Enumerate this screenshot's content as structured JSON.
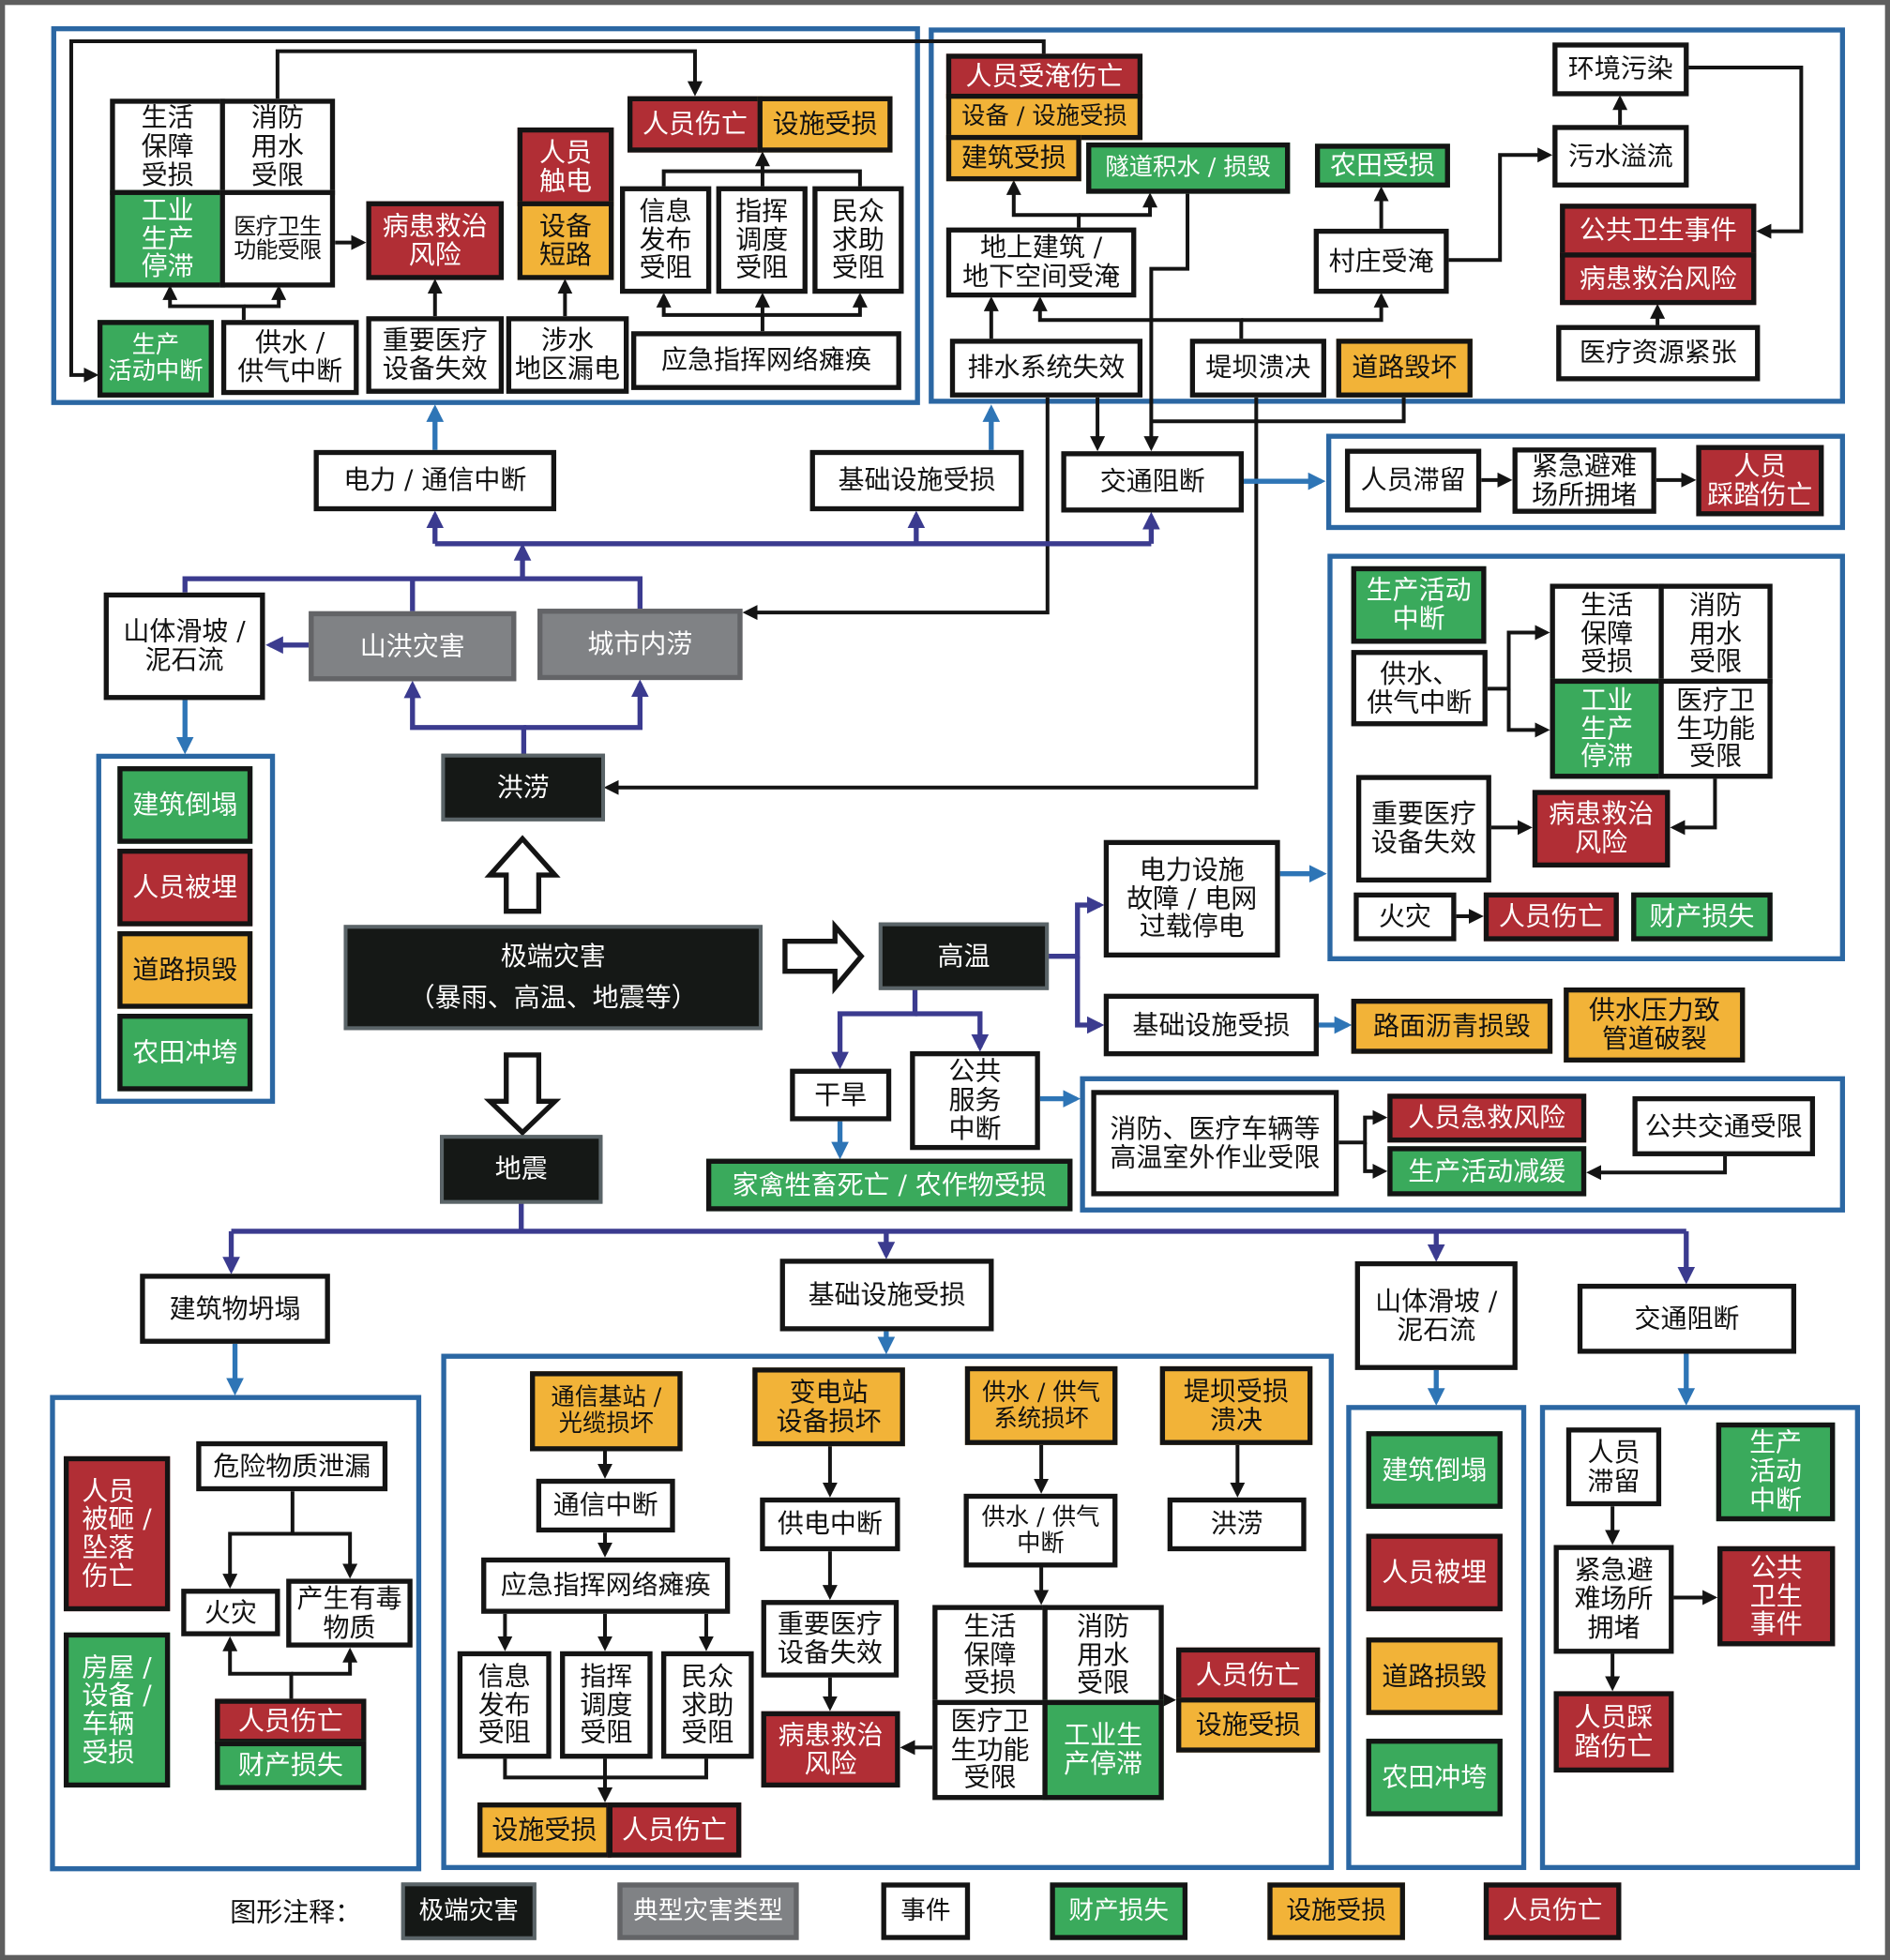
{
  "colors": {
    "extreme_disaster": "#151816",
    "typical_disaster_type": "#808285",
    "event": "#ffffff",
    "property_loss": "#3aaa5c",
    "facility_damage": "#f2b338",
    "casualties": "#b12e35",
    "group_frame": "#2b67a3",
    "disaster_flow": "#3b3b8f",
    "group_flow": "#2e75b6",
    "event_flow": "#141414"
  },
  "root": {
    "label": "极端灾害",
    "sublabel": "（暴雨、高温、地震等）"
  },
  "flood": {
    "label": "洪涝",
    "types": [
      "山洪灾害",
      "城市内涝"
    ],
    "landslide": "山体滑坡 /\n泥石流",
    "landslide_impacts": [
      "建筑倒塌",
      "人员被埋",
      "道路损毁",
      "农田冲垮"
    ],
    "power": {
      "label": "电力 / 通信中断",
      "grid": [
        "生活\n保障\n受损",
        "消防\n用水\n受限",
        "工业\n生产\n停滞",
        "医疗卫生\n功能受限"
      ],
      "production_interrupted": "生产\n活动中断",
      "water_gas_outage": "供水 /\n供气中断",
      "patient_care_risk": "病患救治\n风险",
      "medical_equipment_failure": "重要医疗\n设备失效",
      "electrocution": "人员\n触电",
      "short_circuit": "设备\n短路",
      "flooded_area_leakage": "涉水\n地区漏电",
      "casualties": "人员伤亡",
      "facility_damage": "设施受损",
      "blocked": [
        "信息\n发布\n受阻",
        "指挥\n调度\n受阻",
        "民众\n求助\n受阻"
      ],
      "command_network_paralysis": "应急指挥网络瘫痪"
    },
    "infrastructure": {
      "label": "基础设施受损",
      "drowning_casualties": "人员受淹伤亡",
      "equipment_facility_damage": "设备 / 设施受损",
      "building_damage": "建筑受损",
      "tunnel_flooding": "隧道积水 / 损毁",
      "farmland_damage": "农田受损",
      "buildings_flooded": "地上建筑 /\n地下空间受淹",
      "village_flooded": "村庄受淹",
      "environmental_pollution": "环境污染",
      "sewage_overflow": "污水溢流",
      "public_health_event": "公共卫生事件",
      "patient_care_risk": "病患救治风险",
      "medical_resource_strain": "医疗资源紧张",
      "drainage_failure": "排水系统失效",
      "dam_breach": "堤坝溃决",
      "road_destroyed": "道路毁坏"
    },
    "traffic": {
      "label": "交通阻断",
      "chain": [
        "人员滞留",
        "紧急避难\n场所拥堵",
        "人员\n踩踏伤亡"
      ]
    }
  },
  "heat": {
    "label": "高温",
    "power_failure": {
      "label": "电力设施\n故障 / 电网\n过载停电",
      "production_interrupted": "生产活动\n中断",
      "water_gas_outage": "供水、\n供气中断",
      "grid": [
        "生活\n保障\n受损",
        "消防\n用水\n受限",
        "工业\n生产\n停滞",
        "医疗卫\n生功能\n受限"
      ],
      "medical_equipment_failure": "重要医疗\n设备失效",
      "patient_care_risk": "病患救治\n风险",
      "fire": "火灾",
      "casualties": "人员伤亡",
      "property_loss": "财产损失"
    },
    "infrastructure": {
      "label": "基础设施受损",
      "asphalt_damage": "路面沥青损毁",
      "pipe_burst": "供水压力致\n管道破裂"
    },
    "drought": {
      "label": "干旱",
      "effect": "家禽牲畜死亡 / 农作物受损"
    },
    "public_service": {
      "label": "公共\n服务\n中断",
      "outdoor_work_restricted": "消防、医疗车辆等\n高温室外作业受限",
      "first_aid_risk": "人员急救风险",
      "production_slowdown": "生产活动减缓",
      "public_transit_limited": "公共交通受限"
    }
  },
  "earthquake": {
    "label": "地震",
    "collapse": {
      "label": "建筑物坍塌",
      "crushed_falls": "人员\n被砸 /\n坠落\n伤亡",
      "property_damage": "房屋 /\n设备 /\n车辆\n受损",
      "hazmat_leak": "危险物质泄漏",
      "fire": "火灾",
      "toxic_release": "产生有毒\n物质",
      "casualties": "人员伤亡",
      "property_loss": "财产损失"
    },
    "infrastructure": {
      "label": "基础设施受损",
      "telecom_damage": "通信基站 /\n光缆损坏",
      "comm_outage": "通信中断",
      "command_network_paralysis": "应急指挥网络瘫痪",
      "blocked": [
        "信息\n发布\n受阻",
        "指挥\n调度\n受阻",
        "民众\n求助\n受阻"
      ],
      "facility_damage": "设施受损",
      "casualties": "人员伤亡",
      "substation_damage": "变电站\n设备损坏",
      "power_outage": "供电中断",
      "medical_equipment_failure": "重要医疗\n设备失效",
      "patient_care_risk": "病患救治\n风险",
      "water_gas_system_damage": "供水 / 供气\n系统损坏",
      "water_gas_outage": "供水 / 供气\n中断",
      "grid": [
        "生活\n保障\n受损",
        "消防\n用水\n受限",
        "医疗卫\n生功能\n受限",
        "工业生\n产停滞"
      ],
      "grid_casualties": "人员伤亡",
      "grid_facility_damage": "设施受损",
      "dam_damage": "堤坝受损\n溃决",
      "flood": "洪涝"
    },
    "landslide": {
      "label": "山体滑坡 /\n泥石流",
      "impacts": [
        "建筑倒塌",
        "人员被埋",
        "道路损毁",
        "农田冲垮"
      ]
    },
    "traffic": {
      "label": "交通阻断",
      "stranded": "人员\n滞留",
      "shelter_congestion": "紧急避\n难场所\n拥堵",
      "stampede": "人员踩\n踏伤亡",
      "public_health_event": "公共\n卫生\n事件",
      "production_interrupted": "生产\n活动\n中断"
    }
  },
  "legend": {
    "title": "图形注释：",
    "items": [
      {
        "label": "极端灾害",
        "category": "extreme_disaster"
      },
      {
        "label": "典型灾害类型",
        "category": "typical_disaster_type"
      },
      {
        "label": "事件",
        "category": "event"
      },
      {
        "label": "财产损失",
        "category": "property_loss"
      },
      {
        "label": "设施受损",
        "category": "facility_damage"
      },
      {
        "label": "人员伤亡",
        "category": "casualties"
      }
    ]
  }
}
